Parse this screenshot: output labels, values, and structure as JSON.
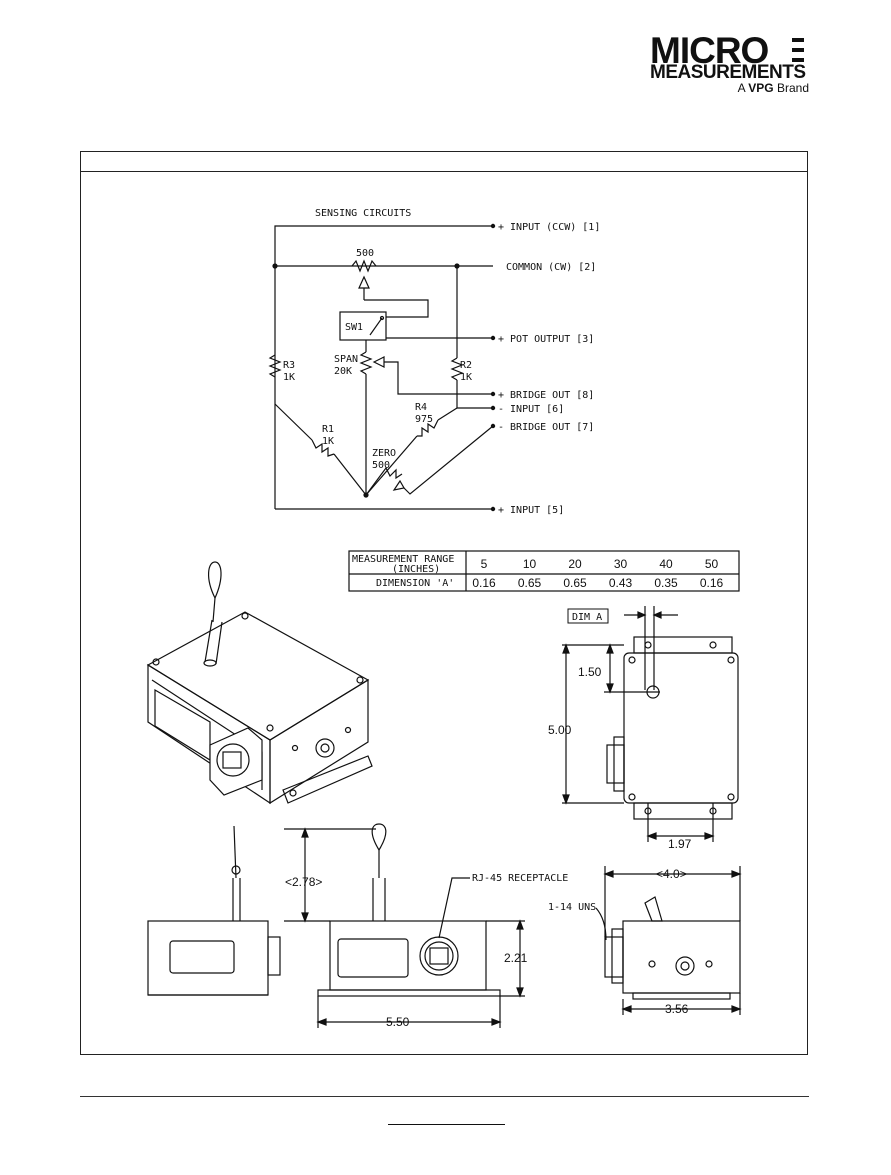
{
  "brand": {
    "line1": "MICRO",
    "line2": "MEASUREMENTS",
    "tagline_prefix": "A",
    "tagline_vpg": "VPG",
    "tagline_suffix": "Brand"
  },
  "schematic": {
    "title": "SENSING CIRCUITS",
    "pins": {
      "input_ccw": "+ INPUT (CCW) [1]",
      "common_cw": "COMMON (CW) [2]",
      "pot_output": "+ POT OUTPUT [3]",
      "bridge_out_pos": "+ BRIDGE OUT [8]",
      "input_neg": "- INPUT [6]",
      "bridge_out_neg": "- BRIDGE OUT [7]",
      "input_pos": "+ INPUT [5]"
    },
    "components": {
      "pot_value": "500",
      "switch": "SW1",
      "span_name": "SPAN",
      "span_value": "20K",
      "r3_name": "R3",
      "r3_value": "1K",
      "r2_name": "R2",
      "r2_value": "1K",
      "r1_name": "R1",
      "r1_value": "1K",
      "r4_name": "R4",
      "r4_value": "975",
      "zero_name": "ZERO",
      "zero_value": "500"
    }
  },
  "range_table": {
    "header_line1": "MEASUREMENT RANGE",
    "header_line2": "(INCHES)",
    "row_label": "DIMENSION 'A'",
    "ranges": [
      "5",
      "10",
      "20",
      "30",
      "40",
      "50"
    ],
    "dimension_a": [
      "0.16",
      "0.65",
      "0.65",
      "0.43",
      "0.35",
      "0.16"
    ]
  },
  "dimensions": {
    "dim_a": "DIM A",
    "top_offset": "1.50",
    "height": "5.00",
    "hole_spacing": "1.97",
    "wire_height": "<2.78>",
    "rj45": "RJ-45 RECEPTACLE",
    "body_height": "2.21",
    "width": "5.50",
    "thread": "1-14 UNS",
    "depth_overall": "<4.0>",
    "depth": "3.56"
  }
}
